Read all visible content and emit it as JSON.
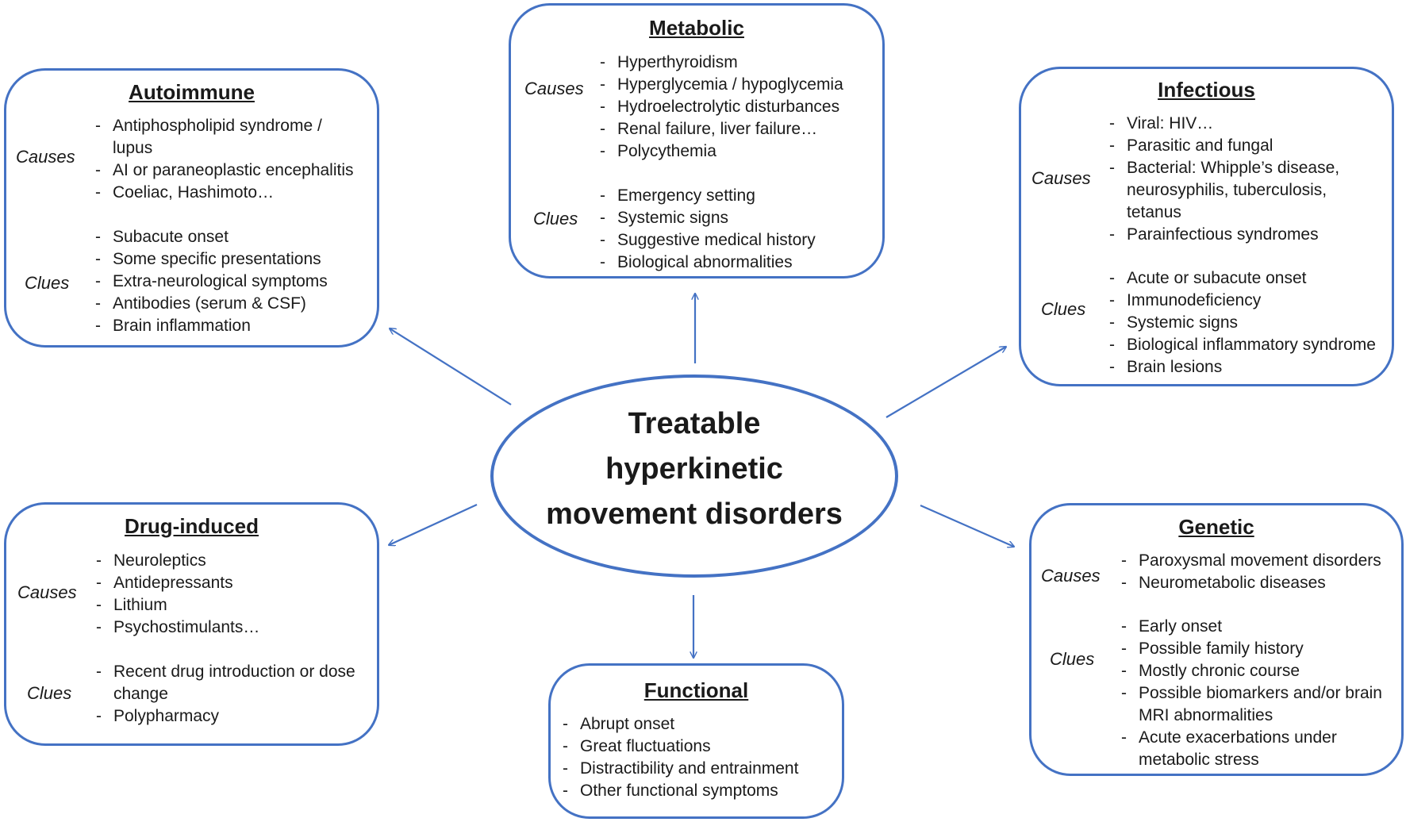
{
  "center": {
    "title_lines": [
      "Treatable",
      "hyperkinetic",
      "movement disorders"
    ]
  },
  "boxes": {
    "autoimmune": {
      "title": "Autoimmune",
      "causes_label": "Causes",
      "causes": [
        "Antiphospholipid syndrome /",
        "lupus",
        "AI or paraneoplastic encephalitis",
        "Coeliac, Hashimoto…"
      ],
      "clues_label": "Clues",
      "clues": [
        "Subacute onset",
        "Some specific presentations",
        "Extra-neurological symptoms",
        "Antibodies (serum & CSF)",
        "Brain inflammation"
      ]
    },
    "metabolic": {
      "title": "Metabolic",
      "causes_label": "Causes",
      "causes": [
        "Hyperthyroidism",
        "Hyperglycemia / hypoglycemia",
        "Hydroelectrolytic disturbances",
        "Renal failure, liver failure…",
        "Polycythemia"
      ],
      "clues_label": "Clues",
      "clues": [
        "Emergency setting",
        "Systemic signs",
        "Suggestive medical history",
        "Biological abnormalities"
      ]
    },
    "infectious": {
      "title": "Infectious",
      "causes_label": "Causes",
      "causes": [
        "Viral: HIV…",
        "Parasitic and fungal",
        "Bacterial: Whipple’s disease,",
        "neurosyphilis, tuberculosis,",
        "tetanus",
        "Parainfectious syndromes"
      ],
      "clues_label": "Clues",
      "clues": [
        "Acute or subacute onset",
        "Immunodeficiency",
        "Systemic signs",
        "Biological inflammatory syndrome",
        "Brain lesions"
      ]
    },
    "drug_induced": {
      "title": "Drug-induced",
      "causes_label": "Causes",
      "causes": [
        "Neuroleptics",
        "Antidepressants",
        "Lithium",
        "Psychostimulants…"
      ],
      "clues_label": "Clues",
      "clues": [
        "Recent drug introduction or dose",
        "change",
        "Polypharmacy"
      ]
    },
    "functional": {
      "title": "Functional",
      "items": [
        "Abrupt onset",
        "Great fluctuations",
        "Distractibility and entrainment",
        "Other functional symptoms"
      ]
    },
    "genetic": {
      "title": "Genetic",
      "causes_label": "Causes",
      "causes": [
        "Paroxysmal movement disorders",
        "Neurometabolic diseases"
      ],
      "clues_label": "Clues",
      "clues": [
        "Early onset",
        "Possible family history",
        "Mostly chronic course",
        "Possible biomarkers and/or brain",
        "MRI abnormalities",
        "Acute exacerbations under",
        "metabolic stress"
      ]
    }
  },
  "colors": {
    "accent": "#4472c4",
    "text": "#1a1a1a",
    "background": "#ffffff"
  }
}
